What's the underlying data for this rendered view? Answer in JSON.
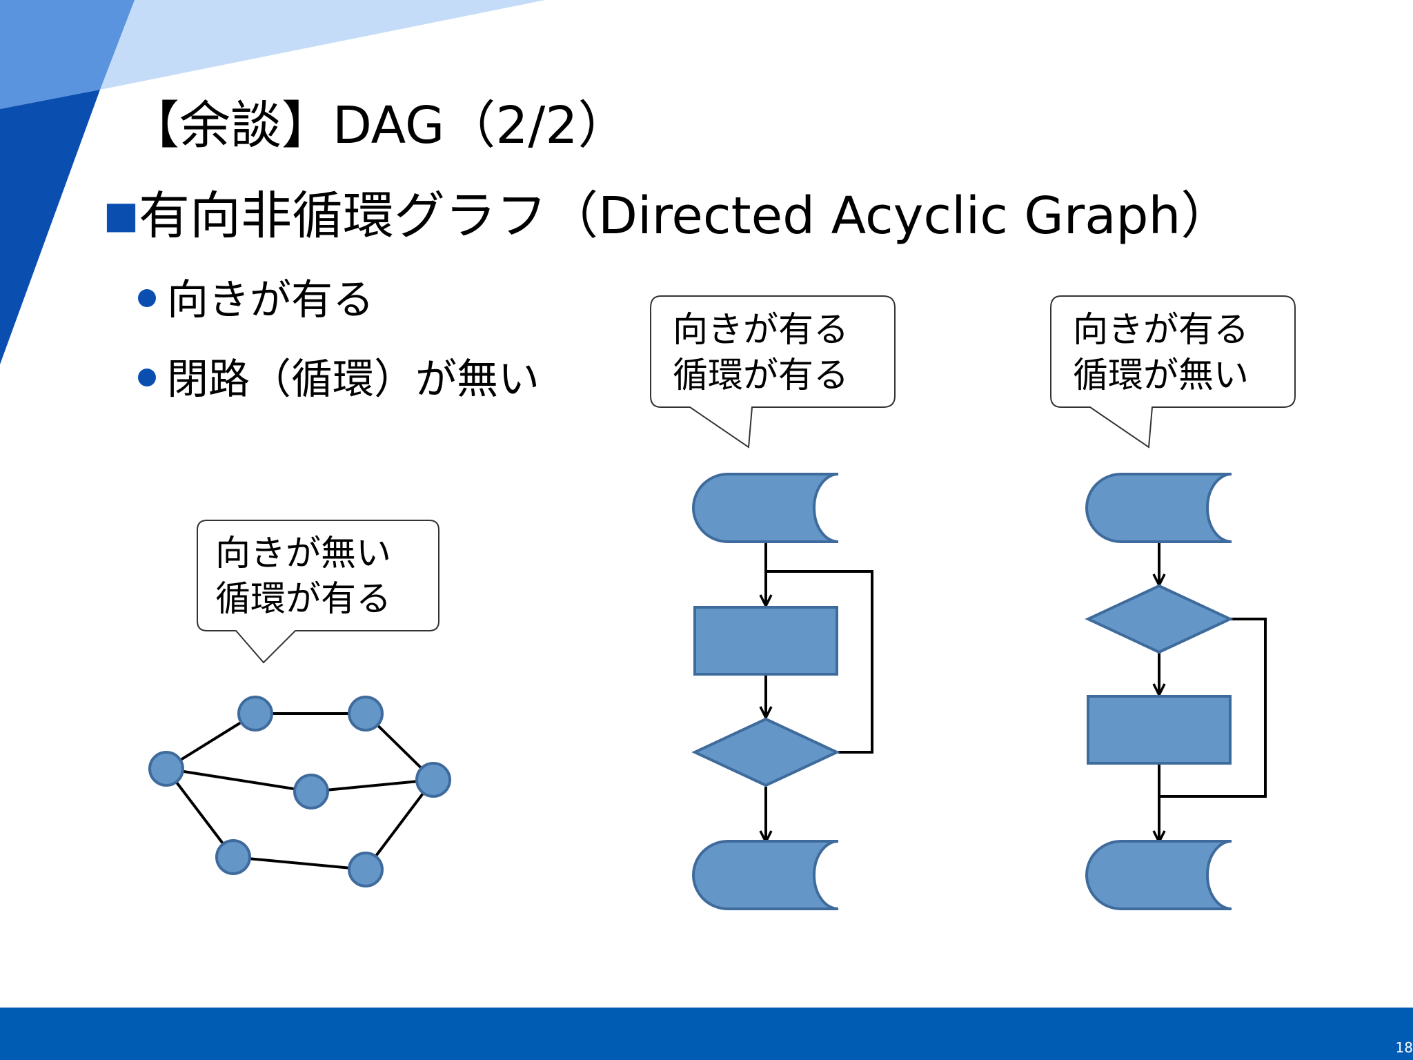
{
  "slide": {
    "title": "【余談】DAG（2/2）",
    "heading_marker": "■",
    "heading": "有向非循環グラフ（Directed Acyclic Graph）",
    "bullets": [
      "向きが有る",
      "閉路（循環）が無い"
    ],
    "page_number": "18"
  },
  "callouts": {
    "undirected": {
      "line1": "向きが無い",
      "line2": "循環が有る"
    },
    "directed_cycle": {
      "line1": "向きが有る",
      "line2": "循環が有る"
    },
    "directed_acyclic": {
      "line1": "向きが有る",
      "line2": "循環が無い"
    }
  },
  "colors": {
    "theme_dark": "#0a4fb0",
    "theme_light": "#c5dcf8",
    "shape_fill": "#6496c8",
    "shape_stroke": "#3f6b9c",
    "footer": "#005bb3"
  }
}
